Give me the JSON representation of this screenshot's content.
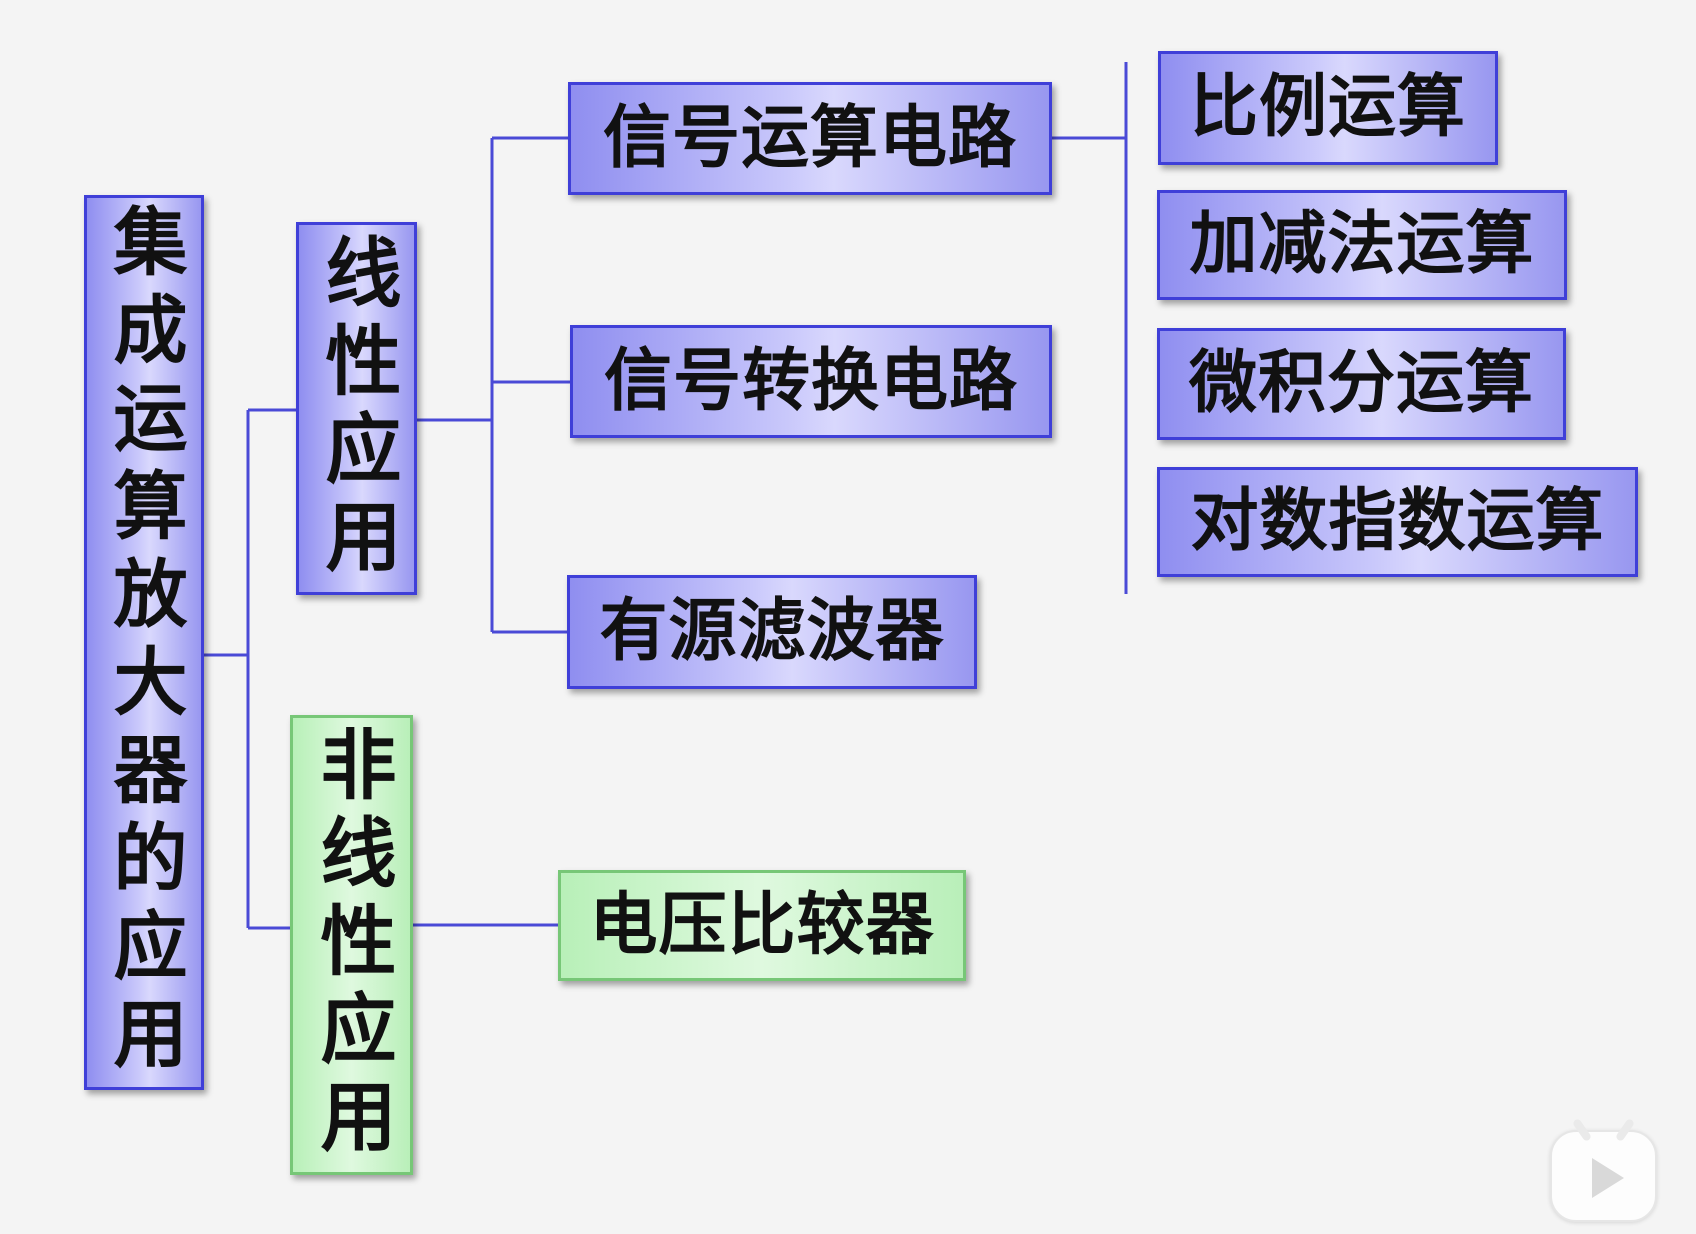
{
  "diagram": {
    "root": {
      "label": "集成运算放大器的应用"
    },
    "branches": {
      "linear": {
        "label": "线性应用",
        "children": {
          "signal_operation": "信号运算电路",
          "signal_conversion": "信号转换电路",
          "active_filter": "有源滤波器"
        }
      },
      "nonlinear": {
        "label": "非线性应用",
        "children": {
          "voltage_comparator": "电压比较器"
        }
      }
    },
    "operations": [
      "比例运算",
      "加减法运算",
      "微积分运算",
      "对数指数运算"
    ]
  },
  "colors": {
    "blue_border": "#3f3fd8",
    "blue_fill": "#c9c8fb",
    "green_border": "#77c777",
    "green_fill": "#dff9df",
    "connector": "#4a4ad6"
  },
  "icons": {
    "play_button": "play-icon"
  }
}
